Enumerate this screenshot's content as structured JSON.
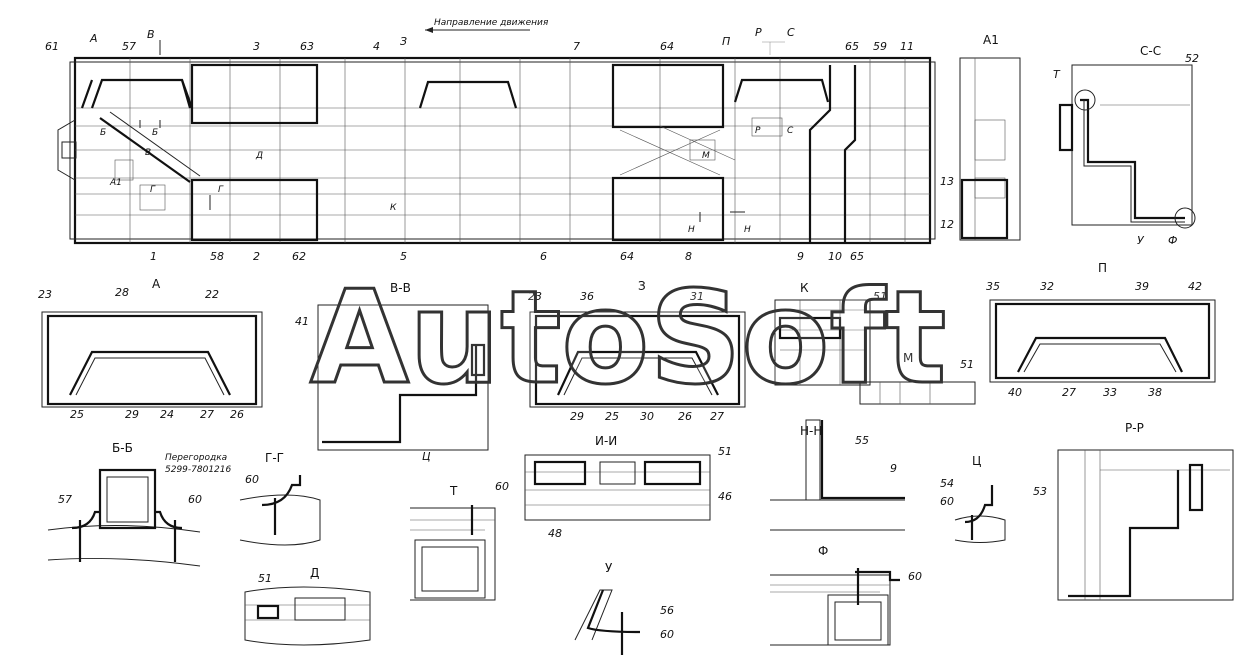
{
  "direction_label": "Направление движения",
  "watermark": "AutoSoft",
  "floor_plan": {
    "top_callouts": [
      "61",
      "А",
      "57",
      "В",
      "3",
      "63",
      "4",
      "З",
      "7",
      "64",
      "П",
      "Р",
      "С",
      "65",
      "59",
      "11"
    ],
    "bottom_callouts": [
      "1",
      "58",
      "2",
      "62",
      "5",
      "6",
      "64",
      "8",
      "9",
      "10",
      "65"
    ],
    "section_marks": [
      "Б",
      "Б",
      "В",
      "Д",
      "Г",
      "Г",
      "А1",
      "К",
      "М",
      "Н",
      "Н",
      "Р",
      "С"
    ]
  },
  "views": {
    "a1": {
      "title": "А1",
      "labels": [
        "13",
        "12"
      ]
    },
    "cc": {
      "title": "С-С",
      "labels": [
        "Т",
        "52",
        "У",
        "Ф"
      ]
    },
    "a": {
      "title": "А",
      "labels": [
        "23",
        "28",
        "22",
        "25",
        "29",
        "24",
        "27",
        "26"
      ]
    },
    "bb_view": {
      "title": "В-В",
      "labels": [
        "41",
        "Ц"
      ]
    },
    "z": {
      "title": "З",
      "labels": [
        "23",
        "36",
        "31",
        "29",
        "25",
        "30",
        "26",
        "27"
      ]
    },
    "k": {
      "title": "К",
      "labels": [
        "51"
      ]
    },
    "m": {
      "title": "М",
      "labels": [
        "51"
      ]
    },
    "p": {
      "title": "П",
      "labels": [
        "35",
        "32",
        "39",
        "42",
        "40",
        "27",
        "33",
        "38"
      ]
    },
    "b_sec": {
      "title": "Б-Б",
      "note1": "Перегородка",
      "note2": "5299-7801216",
      "labels": [
        "57",
        "60"
      ]
    },
    "g_sec": {
      "title": "Г-Г",
      "labels": [
        "60"
      ]
    },
    "t_det": {
      "title": "Т",
      "labels": [
        "60"
      ]
    },
    "i_sec": {
      "title": "И-И",
      "labels": [
        "51",
        "46",
        "48"
      ]
    },
    "n_sec": {
      "title": "Н-Н",
      "labels": [
        "55",
        "9"
      ]
    },
    "ts_det": {
      "title": "Ц",
      "labels": [
        "54",
        "60"
      ]
    },
    "rr_sec": {
      "title": "Р-Р",
      "labels": [
        "53"
      ]
    },
    "d_det": {
      "title": "Д",
      "labels": [
        "51"
      ]
    },
    "u_det": {
      "title": "У",
      "labels": [
        "56",
        "60"
      ]
    },
    "f_det": {
      "title": "Ф",
      "labels": [
        "60"
      ]
    }
  }
}
